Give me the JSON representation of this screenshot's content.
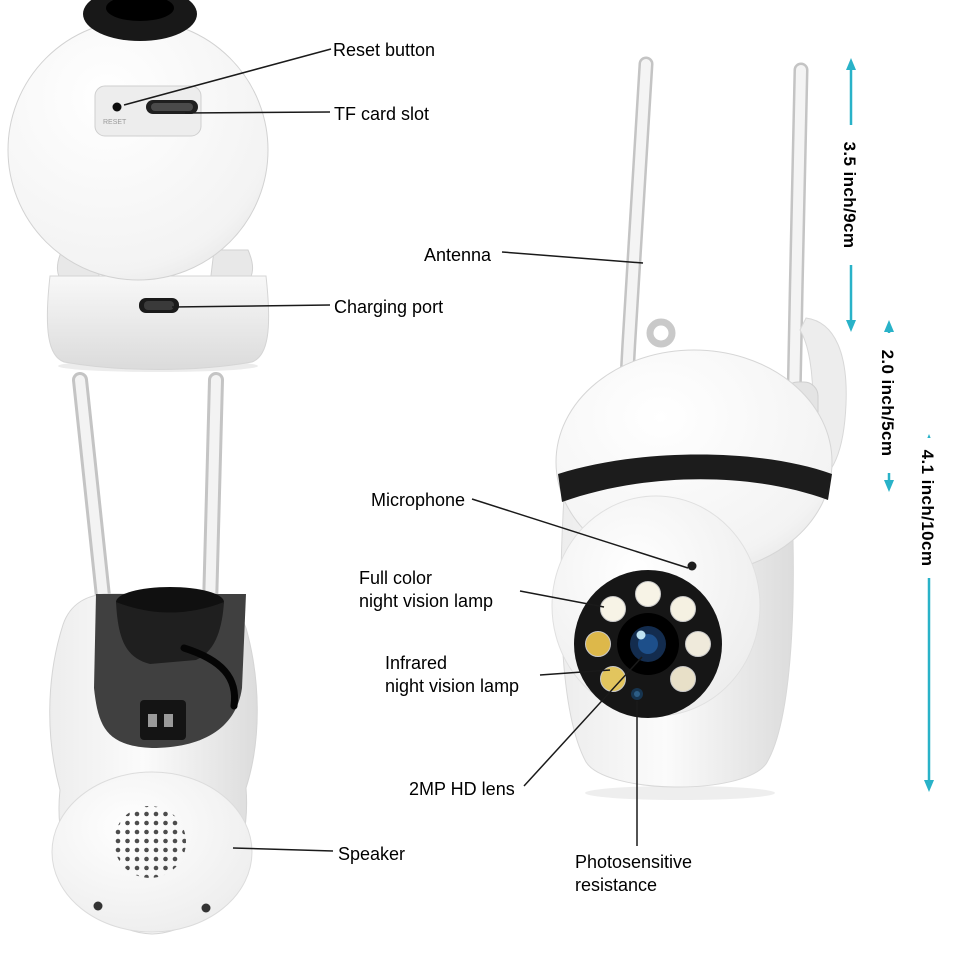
{
  "annotations": {
    "reset_button": "Reset button",
    "tf_card_slot": "TF card slot",
    "antenna": "Antenna",
    "charging_port": "Charging port",
    "microphone": "Microphone",
    "full_color_night_vision_lamp": "Full color\nnight vision lamp",
    "infrared_night_vision_lamp": "Infrared\nnight vision lamp",
    "hd_lens": "2MP HD lens",
    "speaker": "Speaker",
    "photosensitive_resistance": "Photosensitive\nresistance"
  },
  "dimensions": {
    "antenna_length": "3.5 inch/9cm",
    "head_height": "2.0 inch/5cm",
    "body_height": "4.1 inch/10cm"
  },
  "markings": {
    "reset_engraving": "RESET"
  },
  "colors": {
    "dimension_accent": "#29b2c8",
    "leader_line": "#1a1a1a",
    "label_text": "#000000",
    "background": "#ffffff"
  }
}
